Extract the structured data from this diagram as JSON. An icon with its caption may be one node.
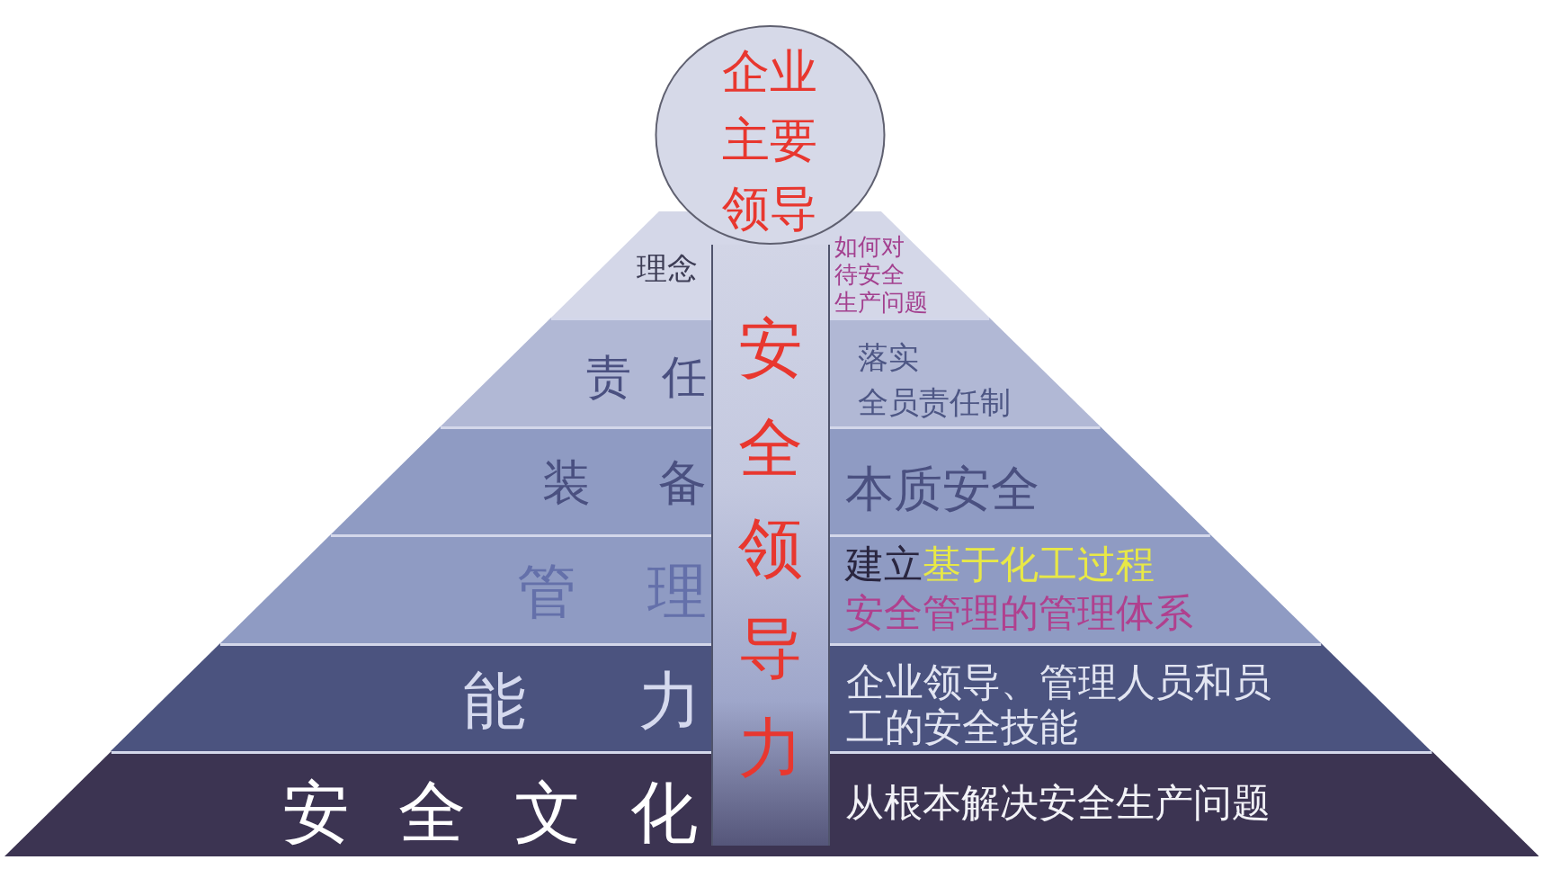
{
  "diagram": {
    "nodes": [
      {
        "text": [
          "企业主要领导"
        ]
      },
      {
        "text": [
          "安全领导力"
        ]
      },
      {
        "text": [
          "理念",
          "如何对待安全生产问题"
        ]
      },
      {
        "text": [
          "责 任",
          "落实全员责任制"
        ]
      },
      {
        "text": [
          "装 备",
          "本质安全"
        ]
      },
      {
        "text": [
          "管 理",
          "建立",
          "基于化工过程",
          "安全管理的管理体系"
        ]
      },
      {
        "text": [
          "能 力",
          "企业领导、管理人员和员工的安全技能"
        ]
      },
      {
        "text": [
          "安 全 文 化",
          "从根本解决安全生产问题"
        ]
      }
    ]
  }
}
